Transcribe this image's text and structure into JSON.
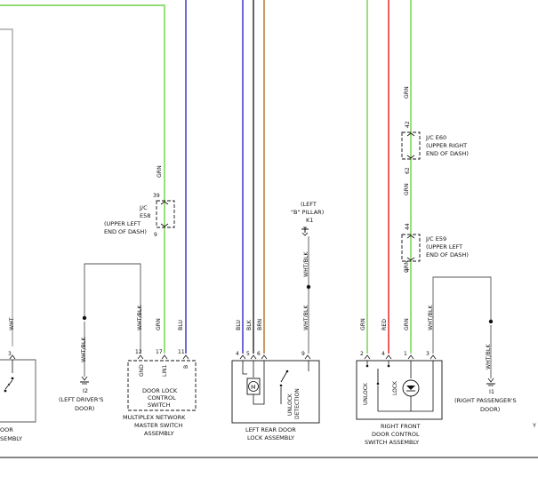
{
  "colors": {
    "green": "#6fd04a",
    "blue": "#2a2ac8",
    "red": "#e01a1a",
    "brown": "#b46b1e",
    "black": "#222222",
    "white_wire": "#9a9a9a"
  },
  "labels": {
    "jc_e58": [
      "J/C",
      "E58",
      "(UPPER LEFT",
      "END OF DASH)"
    ],
    "jc_e60": [
      "J/C E60",
      "(UPPER RIGHT",
      "END OF DASH)"
    ],
    "jc_e59": [
      "J/C E59",
      "(UPPER LEFT",
      "END OF DASH)"
    ],
    "k1": [
      "(LEFT",
      "\"B\" PILLAR)",
      "K1"
    ],
    "i2": [
      "I2",
      "(LEFT DRIVER'S",
      "DOOR)"
    ],
    "i1": [
      "I1",
      "(RIGHT PASSENGER'S",
      "DOOR)"
    ],
    "master_switch_inner": [
      "DOOR LOCK",
      "CONTROL",
      "SWITCH"
    ],
    "master_switch": [
      "MULTIPLEX NETWORK",
      "MASTER SWITCH",
      "ASSEMBLY"
    ],
    "left_rear": [
      "LEFT REAR DOOR",
      "LOCK ASSEMBLY"
    ],
    "right_front": [
      "RIGHT FRONT",
      "DOOR CONTROL",
      "SWITCH ASSEMBLY"
    ],
    "left_cut": [
      "OOR",
      "SEMBLY"
    ],
    "right_cut": "Y"
  },
  "wires": {
    "wht": "WHT",
    "grn": "GRN",
    "blu": "BLU",
    "blk": "BLK",
    "brn": "BRN",
    "red": "RED",
    "wht_blk": "WHT/BLK"
  },
  "pins": {
    "p3": "3",
    "p12": "12",
    "p17": "17",
    "p11": "11",
    "p4": "4",
    "p6": "6",
    "p9": "9",
    "p2": "2",
    "p1": "1",
    "p39": "39",
    "p42": "42",
    "p62": "62",
    "p44": "44"
  },
  "terminals": {
    "gnd": "GND",
    "lin1": "LIN1",
    "b": "B",
    "unlock": "UNLOCK",
    "lock": "LOCK",
    "unlock_detection": [
      "UNLOCK",
      "DETECTION"
    ],
    "motor": "M"
  }
}
